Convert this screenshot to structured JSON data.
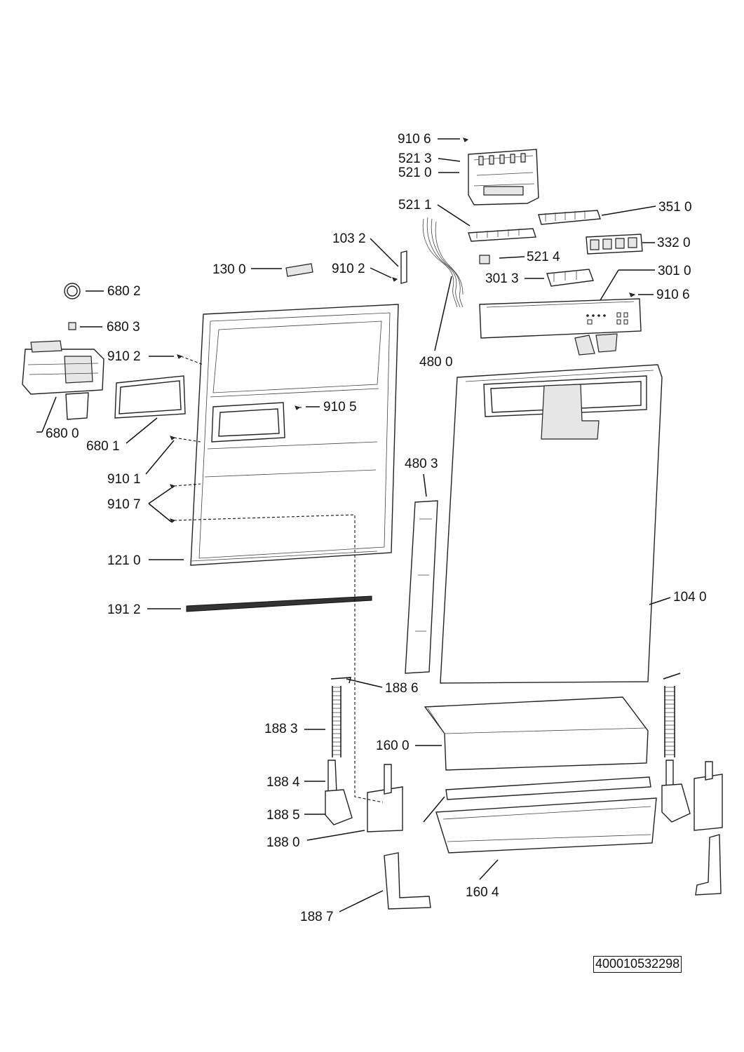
{
  "document_number": "400010532298",
  "callouts": {
    "c9106a": "910 6",
    "c5213": "521 3",
    "c5210": "521 0",
    "c5211": "521 1",
    "c3510": "351 0",
    "c1032": "103 2",
    "c3320": "332 0",
    "c5214": "521 4",
    "c1300": "130 0",
    "c9102a": "910 2",
    "c3013": "301 3",
    "c3010": "301 0",
    "c6802": "680 2",
    "c9106b": "910 6",
    "c6803": "680 3",
    "c9102b": "910 2",
    "c4800": "480 0",
    "c9105": "910 5",
    "c6800": "680 0",
    "c6801": "680 1",
    "c4803": "480 3",
    "c9101": "910 1",
    "c9107": "910 7",
    "c1210": "121 0",
    "c1040": "104 0",
    "c1912": "191 2",
    "c1886": "188 6",
    "c1883": "188 3",
    "c1600": "160 0",
    "c1884": "188 4",
    "c1885": "188 5",
    "c1880": "188 0",
    "c1604": "160 4",
    "c1887": "188 7"
  }
}
